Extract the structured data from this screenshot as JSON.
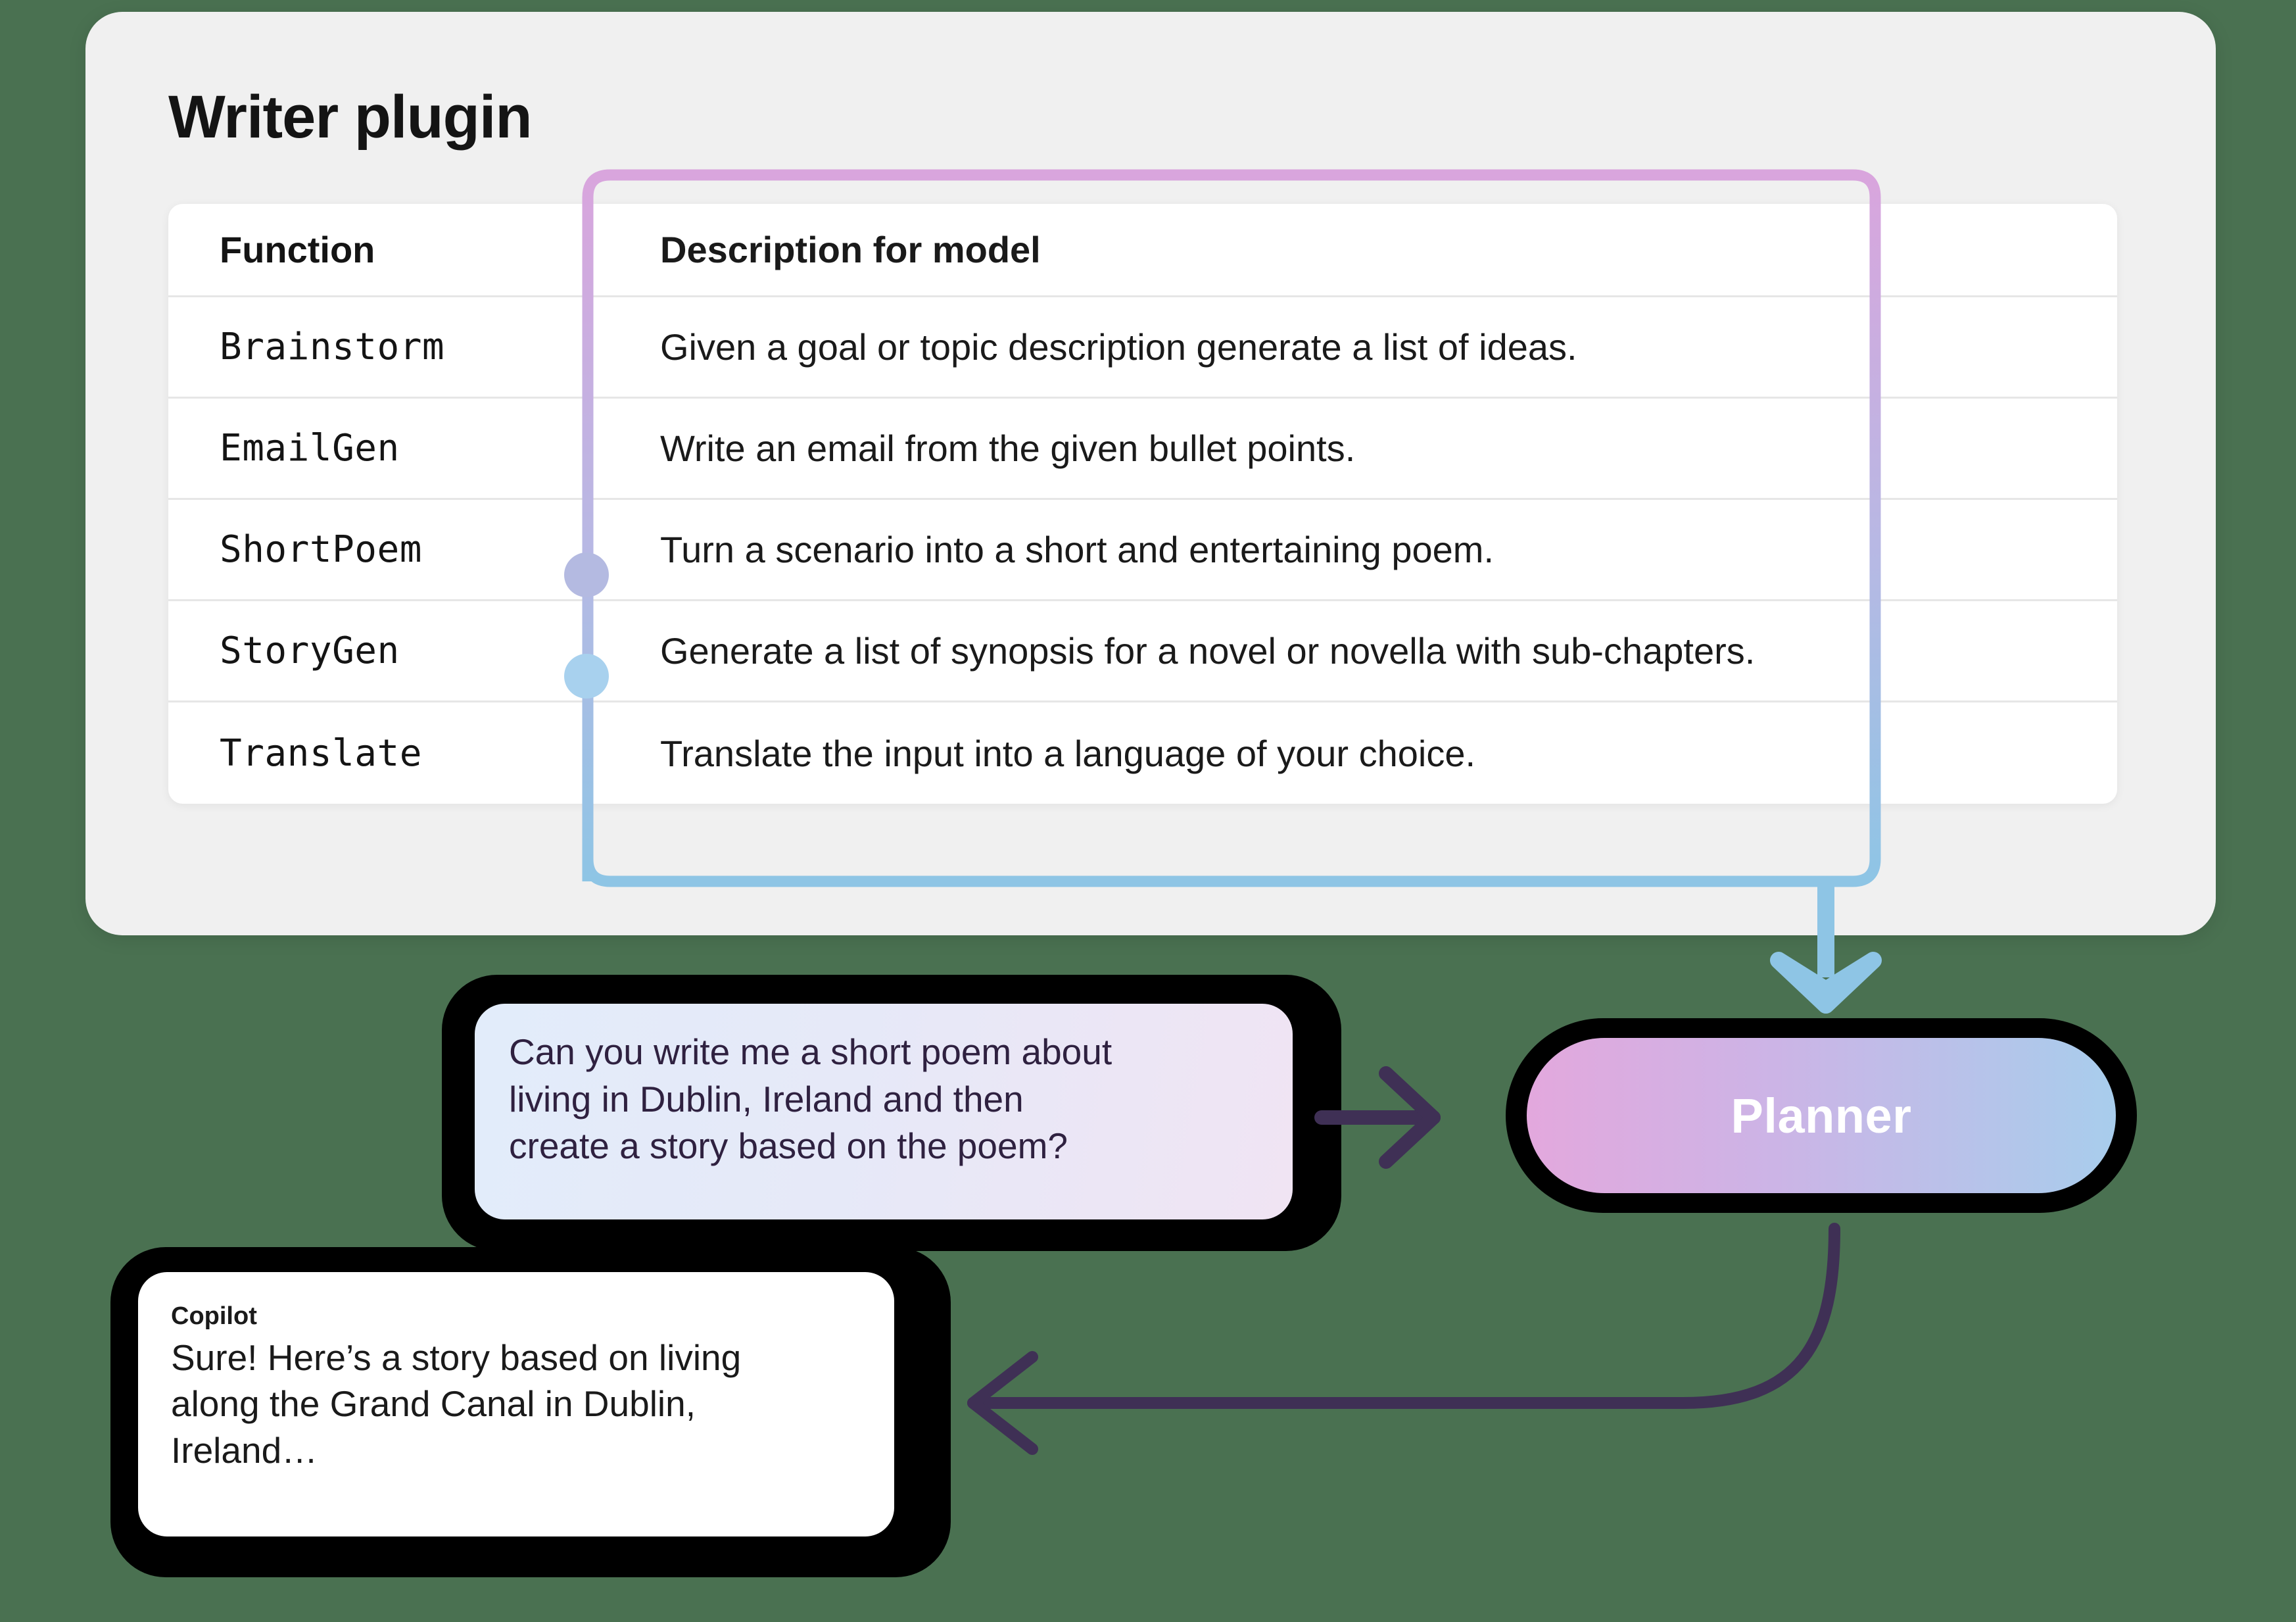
{
  "background_color": "#4a7151",
  "card": {
    "title": "Writer plugin",
    "background_color": "#f0f0f0"
  },
  "table": {
    "columns": [
      "Function",
      "Description for model"
    ],
    "rows": [
      {
        "function": "Brainstorm",
        "description": "Given a goal or topic description generate a list of ideas."
      },
      {
        "function": "EmailGen",
        "description": "Write an email from the given bullet points."
      },
      {
        "function": "ShortPoem",
        "description": "Turn a scenario into a short and entertaining poem."
      },
      {
        "function": "StoryGen",
        "description": "Generate a list of synopsis for a novel or novella with sub-chapters."
      },
      {
        "function": "Translate",
        "description": "Translate the input into a language of your choice."
      }
    ]
  },
  "connector": {
    "gradient_start": "#d9a5dd",
    "gradient_end": "#8ec5e5",
    "dots": [
      {
        "for_function": "ShortPoem",
        "color": "#b4bae1"
      },
      {
        "for_function": "StoryGen",
        "color": "#a8d1ee"
      }
    ]
  },
  "user_message": {
    "text": "Can you write me a short poem about\nliving in Dublin, Ireland and then\ncreate a story based on the poem?",
    "gradient_start": "#e2ecfa",
    "gradient_end": "#f0e4f3"
  },
  "copilot_message": {
    "sender": "Copilot",
    "text": "Sure! Here’s a story based on living\nalong the Grand Canal in Dublin,\nIreland…",
    "background_color": "#ffffff"
  },
  "planner": {
    "label": "Planner",
    "gradient_start": "#e3a8dd",
    "gradient_end": "#a8cdec",
    "label_color": "#ffffff"
  },
  "arrows": {
    "user_to_planner_color": "#3f3055",
    "planner_to_copilot_color": "#3f3055",
    "plugin_to_planner_color": "#8ec5e5"
  }
}
